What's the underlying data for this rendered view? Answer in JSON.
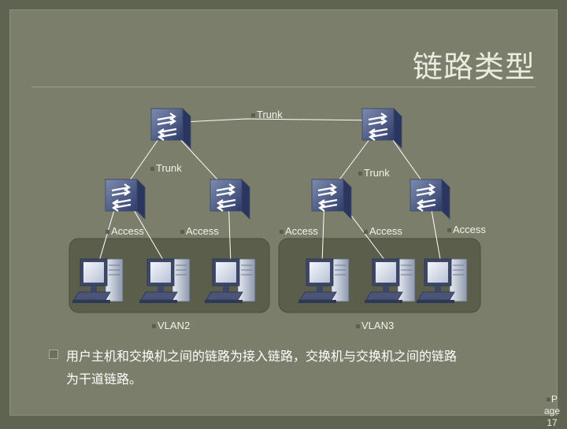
{
  "slide": {
    "title": "链路类型",
    "bullet_line1": "用户主机和交换机之间的链路为接入链路，交换机与交换机之间的链路",
    "bullet_line2": "为干道链路。",
    "page_p": "P",
    "page_age": "age",
    "page_num": "17"
  },
  "diagram": {
    "labels": {
      "trunk_top": "Trunk",
      "trunk_left": "Trunk",
      "trunk_right": "Trunk",
      "access_1": "Access",
      "access_2": "Access",
      "access_3": "Access",
      "access_4": "Access",
      "access_5": "Access",
      "vlan2": "VLAN2",
      "vlan3": "VLAN3"
    }
  }
}
